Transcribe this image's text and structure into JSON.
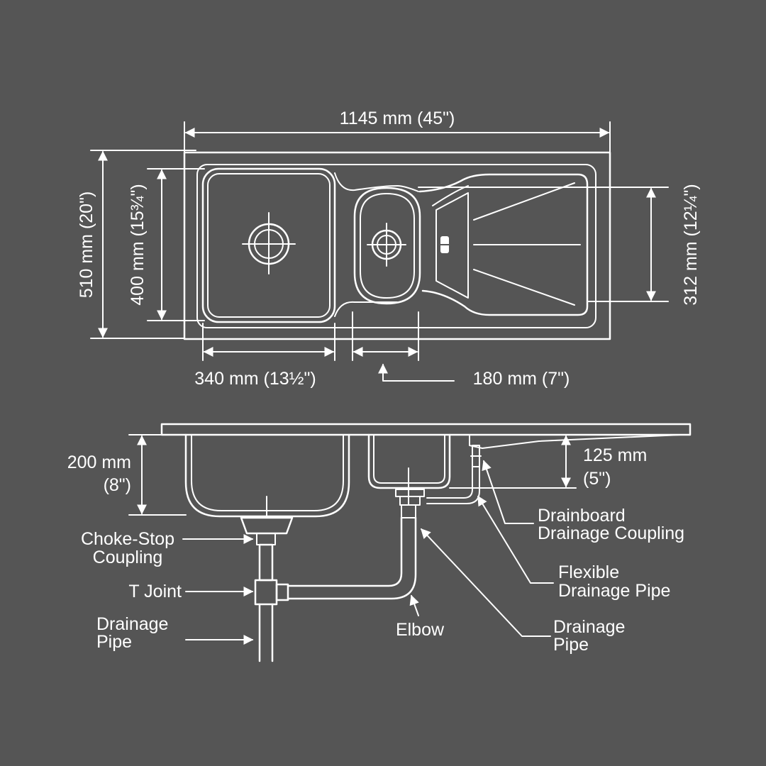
{
  "top_view": {
    "overall_width": "1145 mm (45\")",
    "overall_depth": "510 mm (20\")",
    "bowl_depth": "400 mm (15¾\")",
    "drainboard_depth": "312 mm (12¼\")",
    "main_bowl_width": "340 mm (13½\")",
    "small_bowl_width": "180 mm (7\")"
  },
  "side_view": {
    "bowl_height_line1": "200 mm",
    "bowl_height_line2": "(8\")",
    "small_height_line1": "125 mm",
    "small_height_line2": "(5\")"
  },
  "labels": {
    "choke_stop_1": "Choke-Stop",
    "choke_stop_2": "Coupling",
    "t_joint": "T Joint",
    "drainage_pipe_left_1": "Drainage",
    "drainage_pipe_left_2": "Pipe",
    "elbow": "Elbow",
    "drainboard_coupling_1": "Drainboard",
    "drainboard_coupling_2": "Drainage Coupling",
    "flexible_pipe_1": "Flexible",
    "flexible_pipe_2": "Drainage Pipe",
    "drainage_pipe_right_1": "Drainage",
    "drainage_pipe_right_2": "Pipe"
  },
  "colors": {
    "background": "#555555",
    "line": "#ffffff"
  }
}
